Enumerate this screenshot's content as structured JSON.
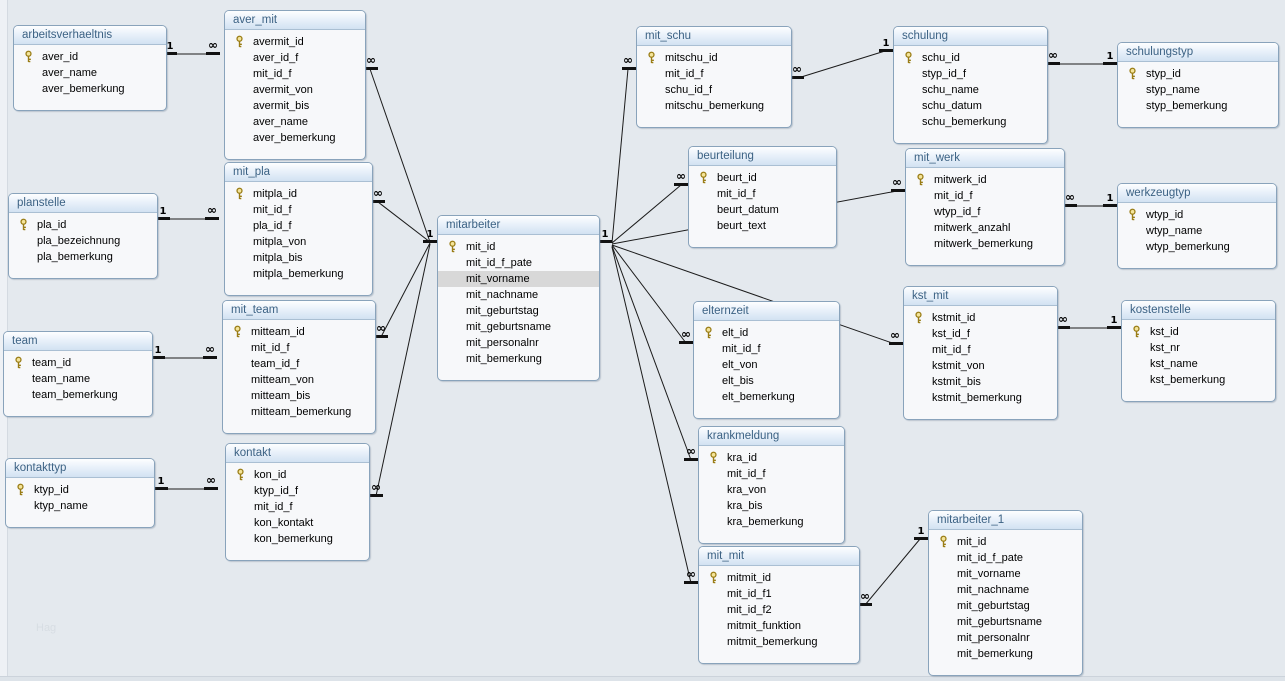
{
  "app": "Access Relationships Diagram",
  "watermark": "Hag",
  "colors": {
    "canvas_bg": "#e4e9ee",
    "table_border": "#89a3bb",
    "table_header_gradient_top": "#fdfeff",
    "table_header_gradient_bottom": "#d2e2f2",
    "table_header_text": "#3c6284",
    "table_body_bg": "#f7f8fa",
    "selected_row_bg": "#d8d8d8",
    "key_icon_gold": "#b8941f",
    "relationship_line": "#1b1b1b"
  },
  "cardinality_symbols": {
    "one": "1",
    "many": "∞"
  },
  "tables": {
    "arbeitsverhaeltnis": {
      "title": "arbeitsverhaeltnis",
      "fields": [
        "aver_id",
        "aver_name",
        "aver_bemerkung"
      ]
    },
    "aver_mit": {
      "title": "aver_mit",
      "fields": [
        "avermit_id",
        "aver_id_f",
        "mit_id_f",
        "avermit_von",
        "avermit_bis",
        "aver_name",
        "aver_bemerkung"
      ]
    },
    "planstelle": {
      "title": "planstelle",
      "fields": [
        "pla_id",
        "pla_bezeichnung",
        "pla_bemerkung"
      ]
    },
    "mit_pla": {
      "title": "mit_pla",
      "fields": [
        "mitpla_id",
        "mit_id_f",
        "pla_id_f",
        "mitpla_von",
        "mitpla_bis",
        "mitpla_bemerkung"
      ]
    },
    "team": {
      "title": "team",
      "fields": [
        "team_id",
        "team_name",
        "team_bemerkung"
      ]
    },
    "mit_team": {
      "title": "mit_team",
      "fields": [
        "mitteam_id",
        "mit_id_f",
        "team_id_f",
        "mitteam_von",
        "mitteam_bis",
        "mitteam_bemerkung"
      ]
    },
    "kontakttyp": {
      "title": "kontakttyp",
      "fields": [
        "ktyp_id",
        "ktyp_name"
      ]
    },
    "kontakt": {
      "title": "kontakt",
      "fields": [
        "kon_id",
        "ktyp_id_f",
        "mit_id_f",
        "kon_kontakt",
        "kon_bemerkung"
      ]
    },
    "mitarbeiter": {
      "title": "mitarbeiter",
      "highlight": "mit_vorname",
      "fields": [
        "mit_id",
        "mit_id_f_pate",
        "mit_vorname",
        "mit_nachname",
        "mit_geburtstag",
        "mit_geburtsname",
        "mit_personalnr",
        "mit_bemerkung"
      ]
    },
    "mit_schu": {
      "title": "mit_schu",
      "fields": [
        "mitschu_id",
        "mit_id_f",
        "schu_id_f",
        "mitschu_bemerkung"
      ]
    },
    "schulung": {
      "title": "schulung",
      "fields": [
        "schu_id",
        "styp_id_f",
        "schu_name",
        "schu_datum",
        "schu_bemerkung"
      ]
    },
    "schulungstyp": {
      "title": "schulungstyp",
      "fields": [
        "styp_id",
        "styp_name",
        "styp_bemerkung"
      ]
    },
    "beurteilung": {
      "title": "beurteilung",
      "fields": [
        "beurt_id",
        "mit_id_f",
        "beurt_datum",
        "beurt_text"
      ]
    },
    "mit_werk": {
      "title": "mit_werk",
      "fields": [
        "mitwerk_id",
        "mit_id_f",
        "wtyp_id_f",
        "mitwerk_anzahl",
        "mitwerk_bemerkung"
      ]
    },
    "werkzeugtyp": {
      "title": "werkzeugtyp",
      "fields": [
        "wtyp_id",
        "wtyp_name",
        "wtyp_bemerkung"
      ]
    },
    "elternzeit": {
      "title": "elternzeit",
      "fields": [
        "elt_id",
        "mit_id_f",
        "elt_von",
        "elt_bis",
        "elt_bemerkung"
      ]
    },
    "kst_mit": {
      "title": "kst_mit",
      "fields": [
        "kstmit_id",
        "kst_id_f",
        "mit_id_f",
        "kstmit_von",
        "kstmit_bis",
        "kstmit_bemerkung"
      ]
    },
    "kostenstelle": {
      "title": "kostenstelle",
      "fields": [
        "kst_id",
        "kst_nr",
        "kst_name",
        "kst_bemerkung"
      ]
    },
    "krankmeldung": {
      "title": "krankmeldung",
      "fields": [
        "kra_id",
        "mit_id_f",
        "kra_von",
        "kra_bis",
        "kra_bemerkung"
      ]
    },
    "mit_mit": {
      "title": "mit_mit",
      "fields": [
        "mitmit_id",
        "mit_id_f1",
        "mit_id_f2",
        "mitmit_funktion",
        "mitmit_bemerkung"
      ]
    },
    "mitarbeiter_1": {
      "title": "mitarbeiter_1",
      "fields": [
        "mit_id",
        "mit_id_f_pate",
        "mit_vorname",
        "mit_nachname",
        "mit_geburtstag",
        "mit_geburtsname",
        "mit_personalnr",
        "mit_bemerkung"
      ]
    }
  },
  "relationships": [
    {
      "from": "arbeitsverhaeltnis",
      "to": "aver_mit",
      "from_card": "1",
      "to_card": "∞"
    },
    {
      "from": "aver_mit",
      "to": "mitarbeiter",
      "from_card": "∞",
      "to_card": "1"
    },
    {
      "from": "planstelle",
      "to": "mit_pla",
      "from_card": "1",
      "to_card": "∞"
    },
    {
      "from": "mit_pla",
      "to": "mitarbeiter",
      "from_card": "∞",
      "to_card": "1"
    },
    {
      "from": "team",
      "to": "mit_team",
      "from_card": "1",
      "to_card": "∞"
    },
    {
      "from": "mit_team",
      "to": "mitarbeiter",
      "from_card": "∞",
      "to_card": "1"
    },
    {
      "from": "kontakttyp",
      "to": "kontakt",
      "from_card": "1",
      "to_card": "∞"
    },
    {
      "from": "kontakt",
      "to": "mitarbeiter",
      "from_card": "∞",
      "to_card": "1"
    },
    {
      "from": "mitarbeiter",
      "to": "mit_schu",
      "from_card": "1",
      "to_card": "∞"
    },
    {
      "from": "mit_schu",
      "to": "schulung",
      "from_card": "∞",
      "to_card": "1"
    },
    {
      "from": "schulung",
      "to": "schulungstyp",
      "from_card": "∞",
      "to_card": "1"
    },
    {
      "from": "mitarbeiter",
      "to": "beurteilung",
      "from_card": "1",
      "to_card": "∞"
    },
    {
      "from": "mitarbeiter",
      "to": "mit_werk",
      "from_card": "1",
      "to_card": "∞"
    },
    {
      "from": "mit_werk",
      "to": "werkzeugtyp",
      "from_card": "∞",
      "to_card": "1"
    },
    {
      "from": "mitarbeiter",
      "to": "elternzeit",
      "from_card": "1",
      "to_card": "∞"
    },
    {
      "from": "mitarbeiter",
      "to": "kst_mit",
      "from_card": "1",
      "to_card": "∞"
    },
    {
      "from": "kst_mit",
      "to": "kostenstelle",
      "from_card": "∞",
      "to_card": "1"
    },
    {
      "from": "mitarbeiter",
      "to": "krankmeldung",
      "from_card": "1",
      "to_card": "∞"
    },
    {
      "from": "mitarbeiter",
      "to": "mit_mit",
      "from_card": "1",
      "to_card": "∞"
    },
    {
      "from": "mit_mit",
      "to": "mitarbeiter_1",
      "from_card": "∞",
      "to_card": "1"
    }
  ]
}
